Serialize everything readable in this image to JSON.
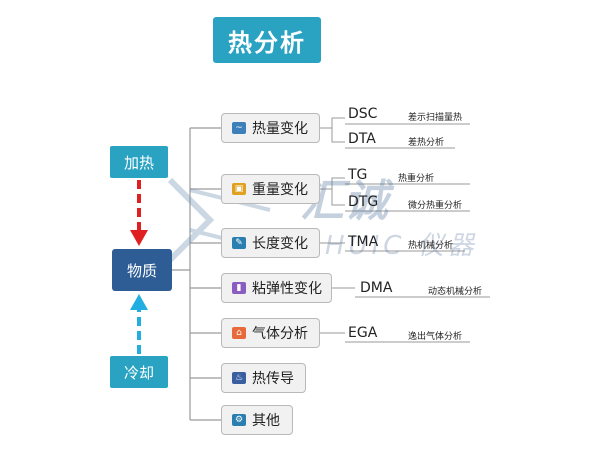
{
  "title": "热分析",
  "heat_label": "加热",
  "cool_label": "冷却",
  "matter_label": "物质",
  "categories": [
    {
      "label": "热量变化",
      "icon": "chart-line-icon"
    },
    {
      "label": "重量变化",
      "icon": "weight-icon"
    },
    {
      "label": "长度变化",
      "icon": "ruler-icon"
    },
    {
      "label": "粘弹性变化",
      "icon": "bar-chart-icon"
    },
    {
      "label": "气体分析",
      "icon": "gas-icon"
    },
    {
      "label": "热传导",
      "icon": "conduction-icon"
    },
    {
      "label": "其他",
      "icon": "gear-icon"
    }
  ],
  "methods": [
    {
      "abbr": "DSC",
      "desc": "差示扫描量热"
    },
    {
      "abbr": "DTA",
      "desc": "差热分析"
    },
    {
      "abbr": "TG",
      "desc": "热重分析"
    },
    {
      "abbr": "DTG",
      "desc": "微分热重分析"
    },
    {
      "abbr": "TMA",
      "desc": "热机械分析"
    },
    {
      "abbr": "DMA",
      "desc": "动态机械分析"
    },
    {
      "abbr": "EGA",
      "desc": "逸出气体分析"
    }
  ],
  "watermark": {
    "main": "汇诚",
    "sub": "HUIC 仪器"
  },
  "colors": {
    "accent": "#2aa3c3",
    "matter": "#2e5d95",
    "heat_arrow": "#e02020",
    "cool_arrow": "#22aee0"
  }
}
